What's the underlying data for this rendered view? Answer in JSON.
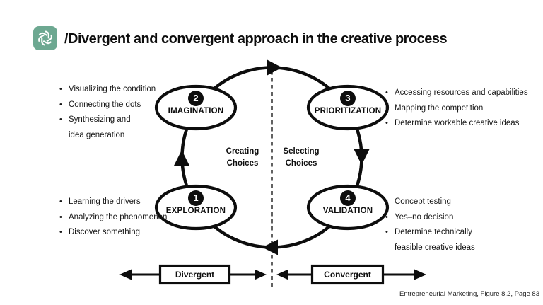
{
  "header": {
    "logo_icon": "openai-logo-icon",
    "logo_color": "#6DA891",
    "title": "/Divergent and convergent approach in the creative process"
  },
  "diagram": {
    "nodes": {
      "exploration": {
        "number": "1",
        "label": "EXPLORATION"
      },
      "imagination": {
        "number": "2",
        "label": "IMAGINATION"
      },
      "prioritization": {
        "number": "3",
        "label": "PRIORITIZATION"
      },
      "validation": {
        "number": "4",
        "label": "VALIDATION"
      }
    },
    "notes": {
      "imagination": [
        "Visualizing the condition",
        "Connecting the dots",
        "Synthesizing and\nidea generation"
      ],
      "prioritization": [
        "Accessing resources and capabilities",
        "Mapping the competition",
        "Determine workable creative ideas"
      ],
      "exploration": [
        "Learning the drivers",
        "Analyzing the phenomenon",
        "Discover something"
      ],
      "validation": [
        "Concept testing",
        "Yes–no decision",
        "Determine technically\nfeasible creative ideas"
      ]
    },
    "center": {
      "left": "Creating Choices",
      "right": "Selecting Choices"
    },
    "bottom": {
      "left": "Divergent",
      "right": "Convergent"
    },
    "line_color": "#0d0d0d"
  },
  "footer": {
    "citation": "Entrepreneurial Marketing, Figure 8.2, Page 83"
  }
}
